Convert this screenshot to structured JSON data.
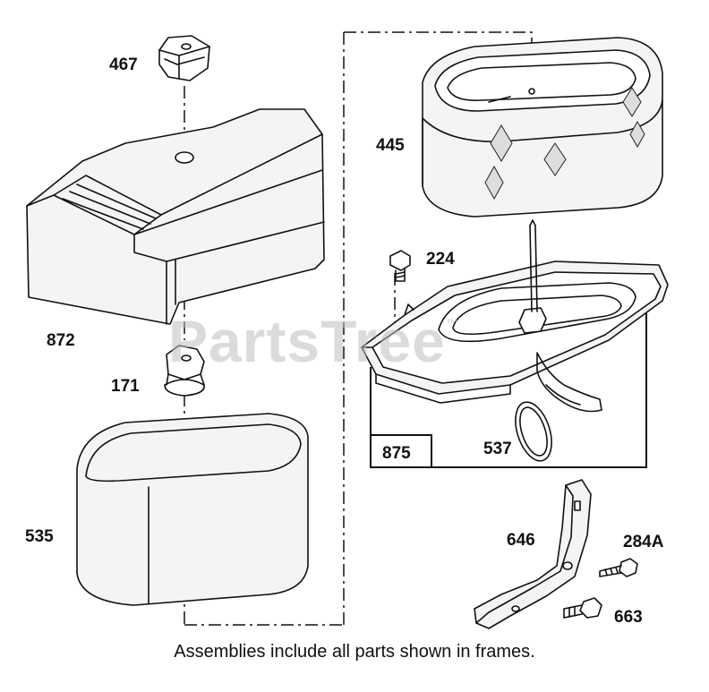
{
  "diagram": {
    "caption": "Assemblies include all parts shown in frames.",
    "watermark": "PartsTree",
    "watermark_mark": "™",
    "part_numbers": {
      "p467": "467",
      "p872": "872",
      "p171": "171",
      "p535": "535",
      "p445": "445",
      "p224": "224",
      "p875": "875",
      "p537": "537",
      "p646": "646",
      "p284a": "284A",
      "p663": "663"
    }
  }
}
